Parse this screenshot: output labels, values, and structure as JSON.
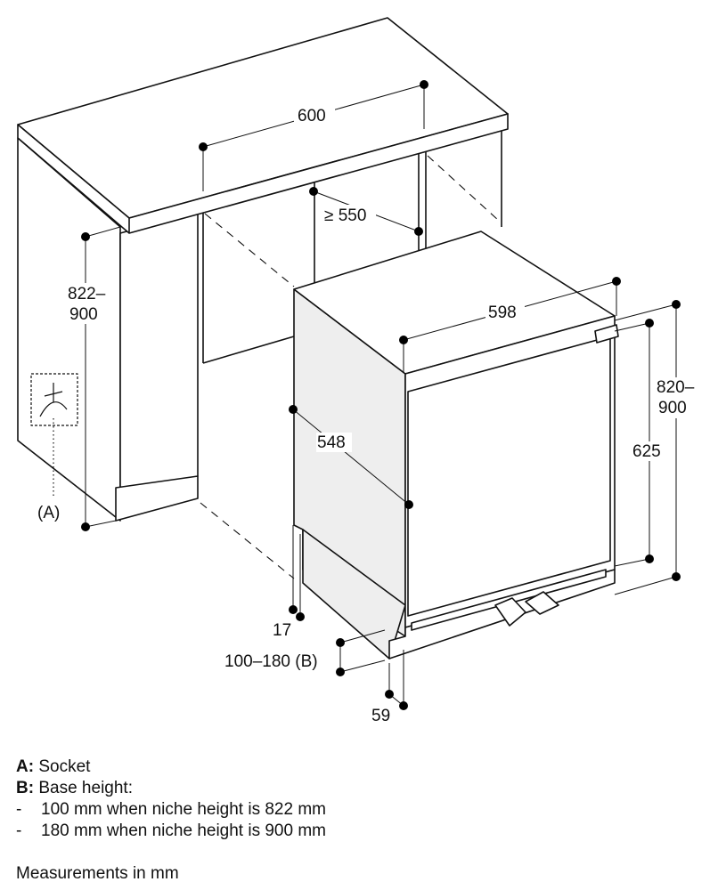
{
  "dimensions": {
    "countertop_width": "600",
    "niche_depth": "≥ 550",
    "niche_height_1": "822–",
    "niche_height_2": "900",
    "socket_label": "(A)",
    "appliance_width": "598",
    "appliance_depth": "548",
    "appliance_height_1": "820–",
    "appliance_height_2": "900",
    "door_height": "625",
    "side_gap": "17",
    "base_height": "100–180 (B)",
    "plinth_setback": "59"
  },
  "legend": {
    "a_key": "A:",
    "a_text": "Socket",
    "b_key": "B:",
    "b_text": "Base height:",
    "items": [
      {
        "bullet": "-",
        "text": "100 mm when niche height is 822 mm"
      },
      {
        "bullet": "-",
        "text": "180 mm when niche height is 900 mm"
      }
    ],
    "units_note": "Measurements in mm"
  }
}
